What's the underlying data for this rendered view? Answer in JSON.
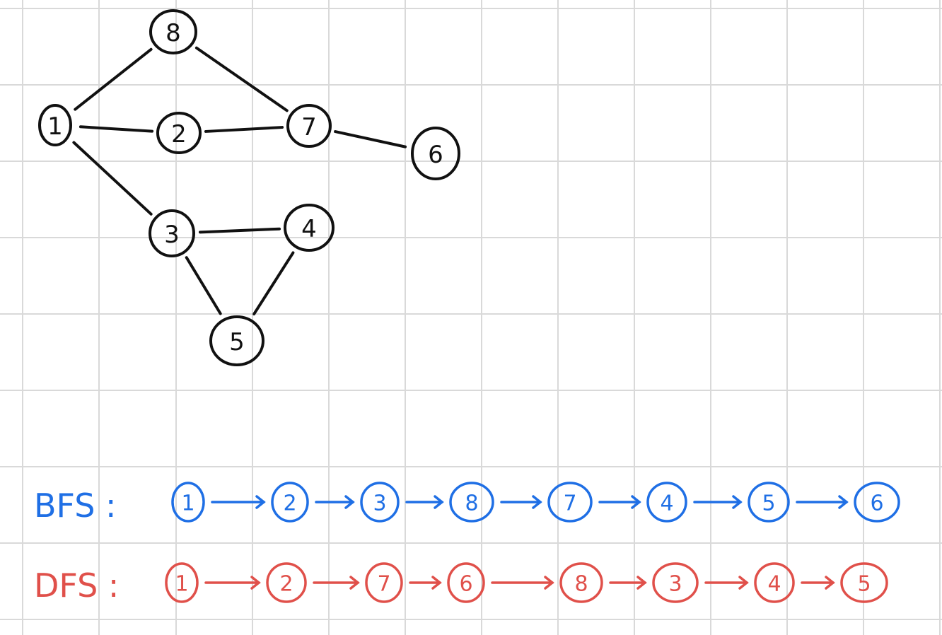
{
  "colors": {
    "ink": "#111111",
    "bfs": "#1f6fe5",
    "dfs": "#e0504a",
    "grid": "#d9d9d9"
  },
  "graph": {
    "nodes": [
      {
        "id": "1",
        "label": "1"
      },
      {
        "id": "2",
        "label": "2"
      },
      {
        "id": "3",
        "label": "3"
      },
      {
        "id": "4",
        "label": "4"
      },
      {
        "id": "5",
        "label": "5"
      },
      {
        "id": "6",
        "label": "6"
      },
      {
        "id": "7",
        "label": "7"
      },
      {
        "id": "8",
        "label": "8"
      }
    ],
    "edges": [
      [
        "1",
        "8"
      ],
      [
        "1",
        "2"
      ],
      [
        "1",
        "3"
      ],
      [
        "8",
        "7"
      ],
      [
        "2",
        "7"
      ],
      [
        "7",
        "6"
      ],
      [
        "3",
        "4"
      ],
      [
        "3",
        "5"
      ],
      [
        "4",
        "5"
      ]
    ]
  },
  "traversals": {
    "bfs": {
      "label": "BFS :",
      "order": [
        "1",
        "2",
        "3",
        "8",
        "7",
        "4",
        "5",
        "6"
      ]
    },
    "dfs": {
      "label": "DFS :",
      "order": [
        "1",
        "2",
        "7",
        "6",
        "8",
        "3",
        "4",
        "5"
      ]
    }
  }
}
